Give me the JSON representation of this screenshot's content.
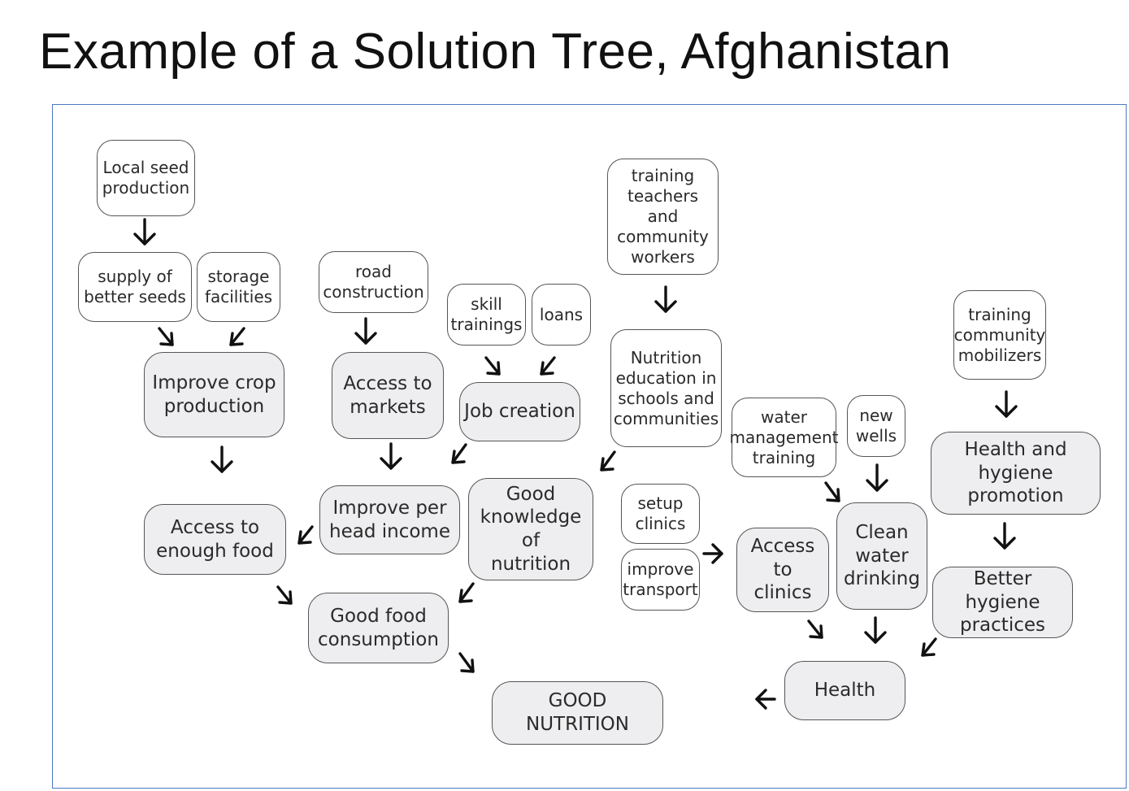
{
  "title": "Example of a Solution Tree, Afghanistan",
  "nodes": {
    "local_seed": "Local seed\nproduction",
    "better_seeds": "supply of\nbetter seeds",
    "storage": "storage\nfacilities",
    "road": "road\nconstruction",
    "skill": "skill\ntrainings",
    "loans": "loans",
    "training_teachers": "training\nteachers and\ncommunity\nworkers",
    "training_mobilizers": "training\ncommunity\nmobilizers",
    "improve_crop": "Improve crop\nproduction",
    "access_markets": "Access to\nmarkets",
    "job_creation": "Job creation",
    "nutrition_education": "Nutrition\neducation in\nschools and\ncommunities",
    "water_mgmt": "water\nmanagement\ntraining",
    "new_wells": "new\nwells",
    "health_promo": "Health and\nhygiene promotion",
    "access_food": "Access to\nenough food",
    "improve_income": "Improve per\nhead income",
    "good_knowledge": "Good\nknowledge of\nnutrition",
    "setup_clinics": "setup\nclinics",
    "improve_transport": "improve\ntransport",
    "access_clinics": "Access to\nclinics",
    "clean_water": "Clean\nwater\ndrinking",
    "better_hygiene": "Better hygiene\npractices",
    "good_food": "Good food\nconsumption",
    "health": "Health",
    "good_nutrition": "GOOD NUTRITION"
  },
  "colors": {
    "frame": "#4a78c4",
    "node_border": "#555555",
    "box_fill": "#eeeef0",
    "arrow": "#111111"
  }
}
